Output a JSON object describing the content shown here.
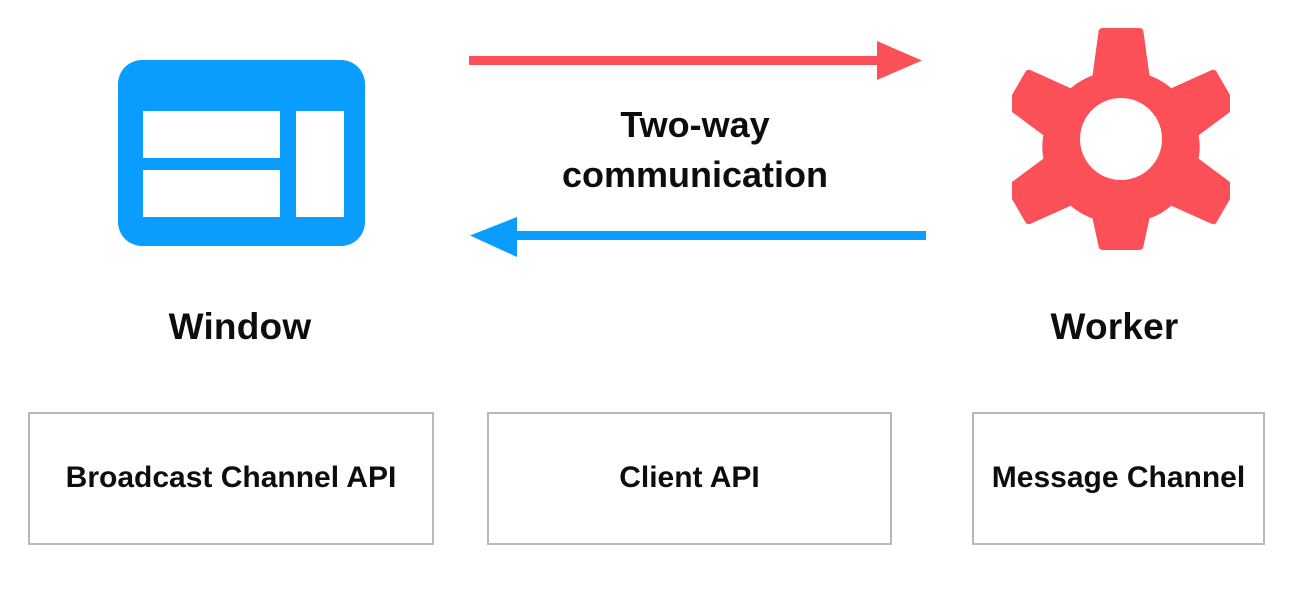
{
  "diagram": {
    "title_text": "Two-way communication",
    "title_lines": [
      "Two-way",
      "communication"
    ],
    "background_color": "#ffffff",
    "text_color": "#0d0d0d"
  },
  "nodes": [
    {
      "id": "window",
      "icon": "browser-window-icon",
      "label": "Window",
      "color": "#0a9dfe"
    },
    {
      "id": "worker",
      "icon": "gear-icon",
      "label": "Worker",
      "color": "#fb5057"
    }
  ],
  "arrows": [
    {
      "id": "window-to-worker",
      "direction": "right",
      "color": "#fb5057",
      "label": "Two-way communication"
    },
    {
      "id": "worker-to-window",
      "direction": "left",
      "color": "#0a9dfe",
      "label": "Two-way communication"
    }
  ],
  "api_boxes": [
    {
      "id": "broadcast-channel-api",
      "label": "Broadcast Channel API",
      "border_color": "#b9b9b9"
    },
    {
      "id": "client-api",
      "label": "Client API",
      "border_color": "#b9b9b9"
    },
    {
      "id": "message-channel",
      "label": "Message Channel",
      "border_color": "#b9b9b9"
    }
  ]
}
